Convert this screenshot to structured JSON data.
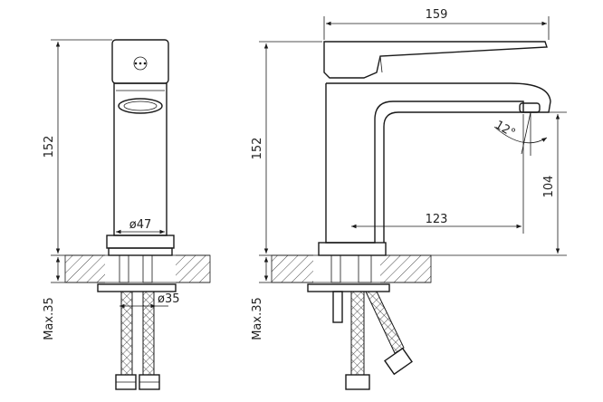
{
  "colors": {
    "ink": "#1a1a1a",
    "background": "#ffffff"
  },
  "front_view": {
    "height_label": "152",
    "body_diameter_label": "ø47",
    "hose_diameter_label": "ø35",
    "max_thickness_label": "Max.35"
  },
  "side_view": {
    "overall_width_label": "159",
    "height_label": "152",
    "spout_reach_label": "123",
    "spout_height_label": "104",
    "tilt_angle_label": "12°",
    "max_thickness_label": "Max.35"
  }
}
